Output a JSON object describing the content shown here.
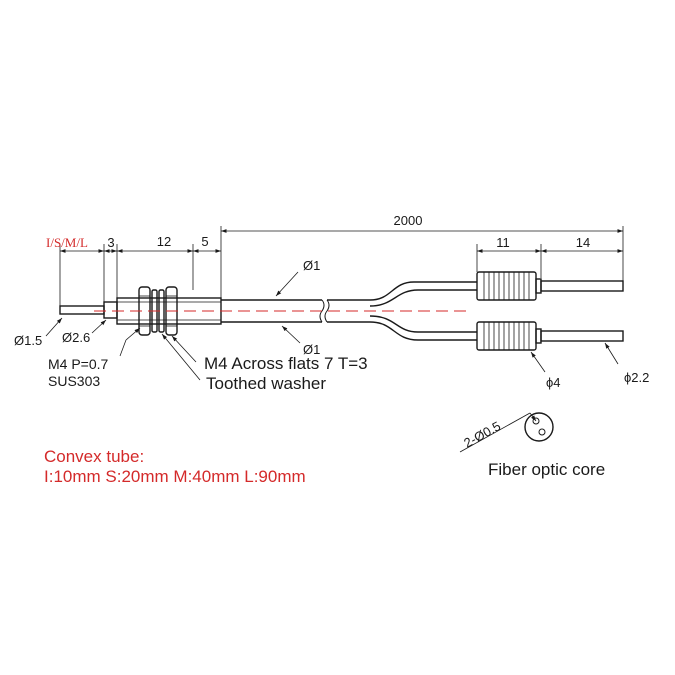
{
  "dimensions": {
    "total_length": "2000",
    "nut_length": "12",
    "tip_to_nut": "5",
    "head_dim": "3",
    "connector_length": "11",
    "end_length": "14",
    "fiber_dia_upper": "Ø1",
    "fiber_dia_lower": "Ø1",
    "tip_dia": "Ø1.5",
    "tube_dia": "Ø2.6",
    "connector_dia": "ϕ4",
    "end_dia": "ϕ2.2"
  },
  "annotations": {
    "variant_label": "I/S/M/L",
    "thread": "M4 P=0.7",
    "material": "SUS303",
    "across_flats": "M4 Across flats 7  T=3",
    "washer": "Toothed washer",
    "core_spec": "2-Ø0.5",
    "core_caption": "Fiber optic core"
  },
  "convex_tube": {
    "title": "Convex tube:",
    "lengths": "I:10mm  S:20mm  M:40mm  L:90mm"
  },
  "colors": {
    "line": "#1a1a1a",
    "accent": "#d42a2a"
  }
}
